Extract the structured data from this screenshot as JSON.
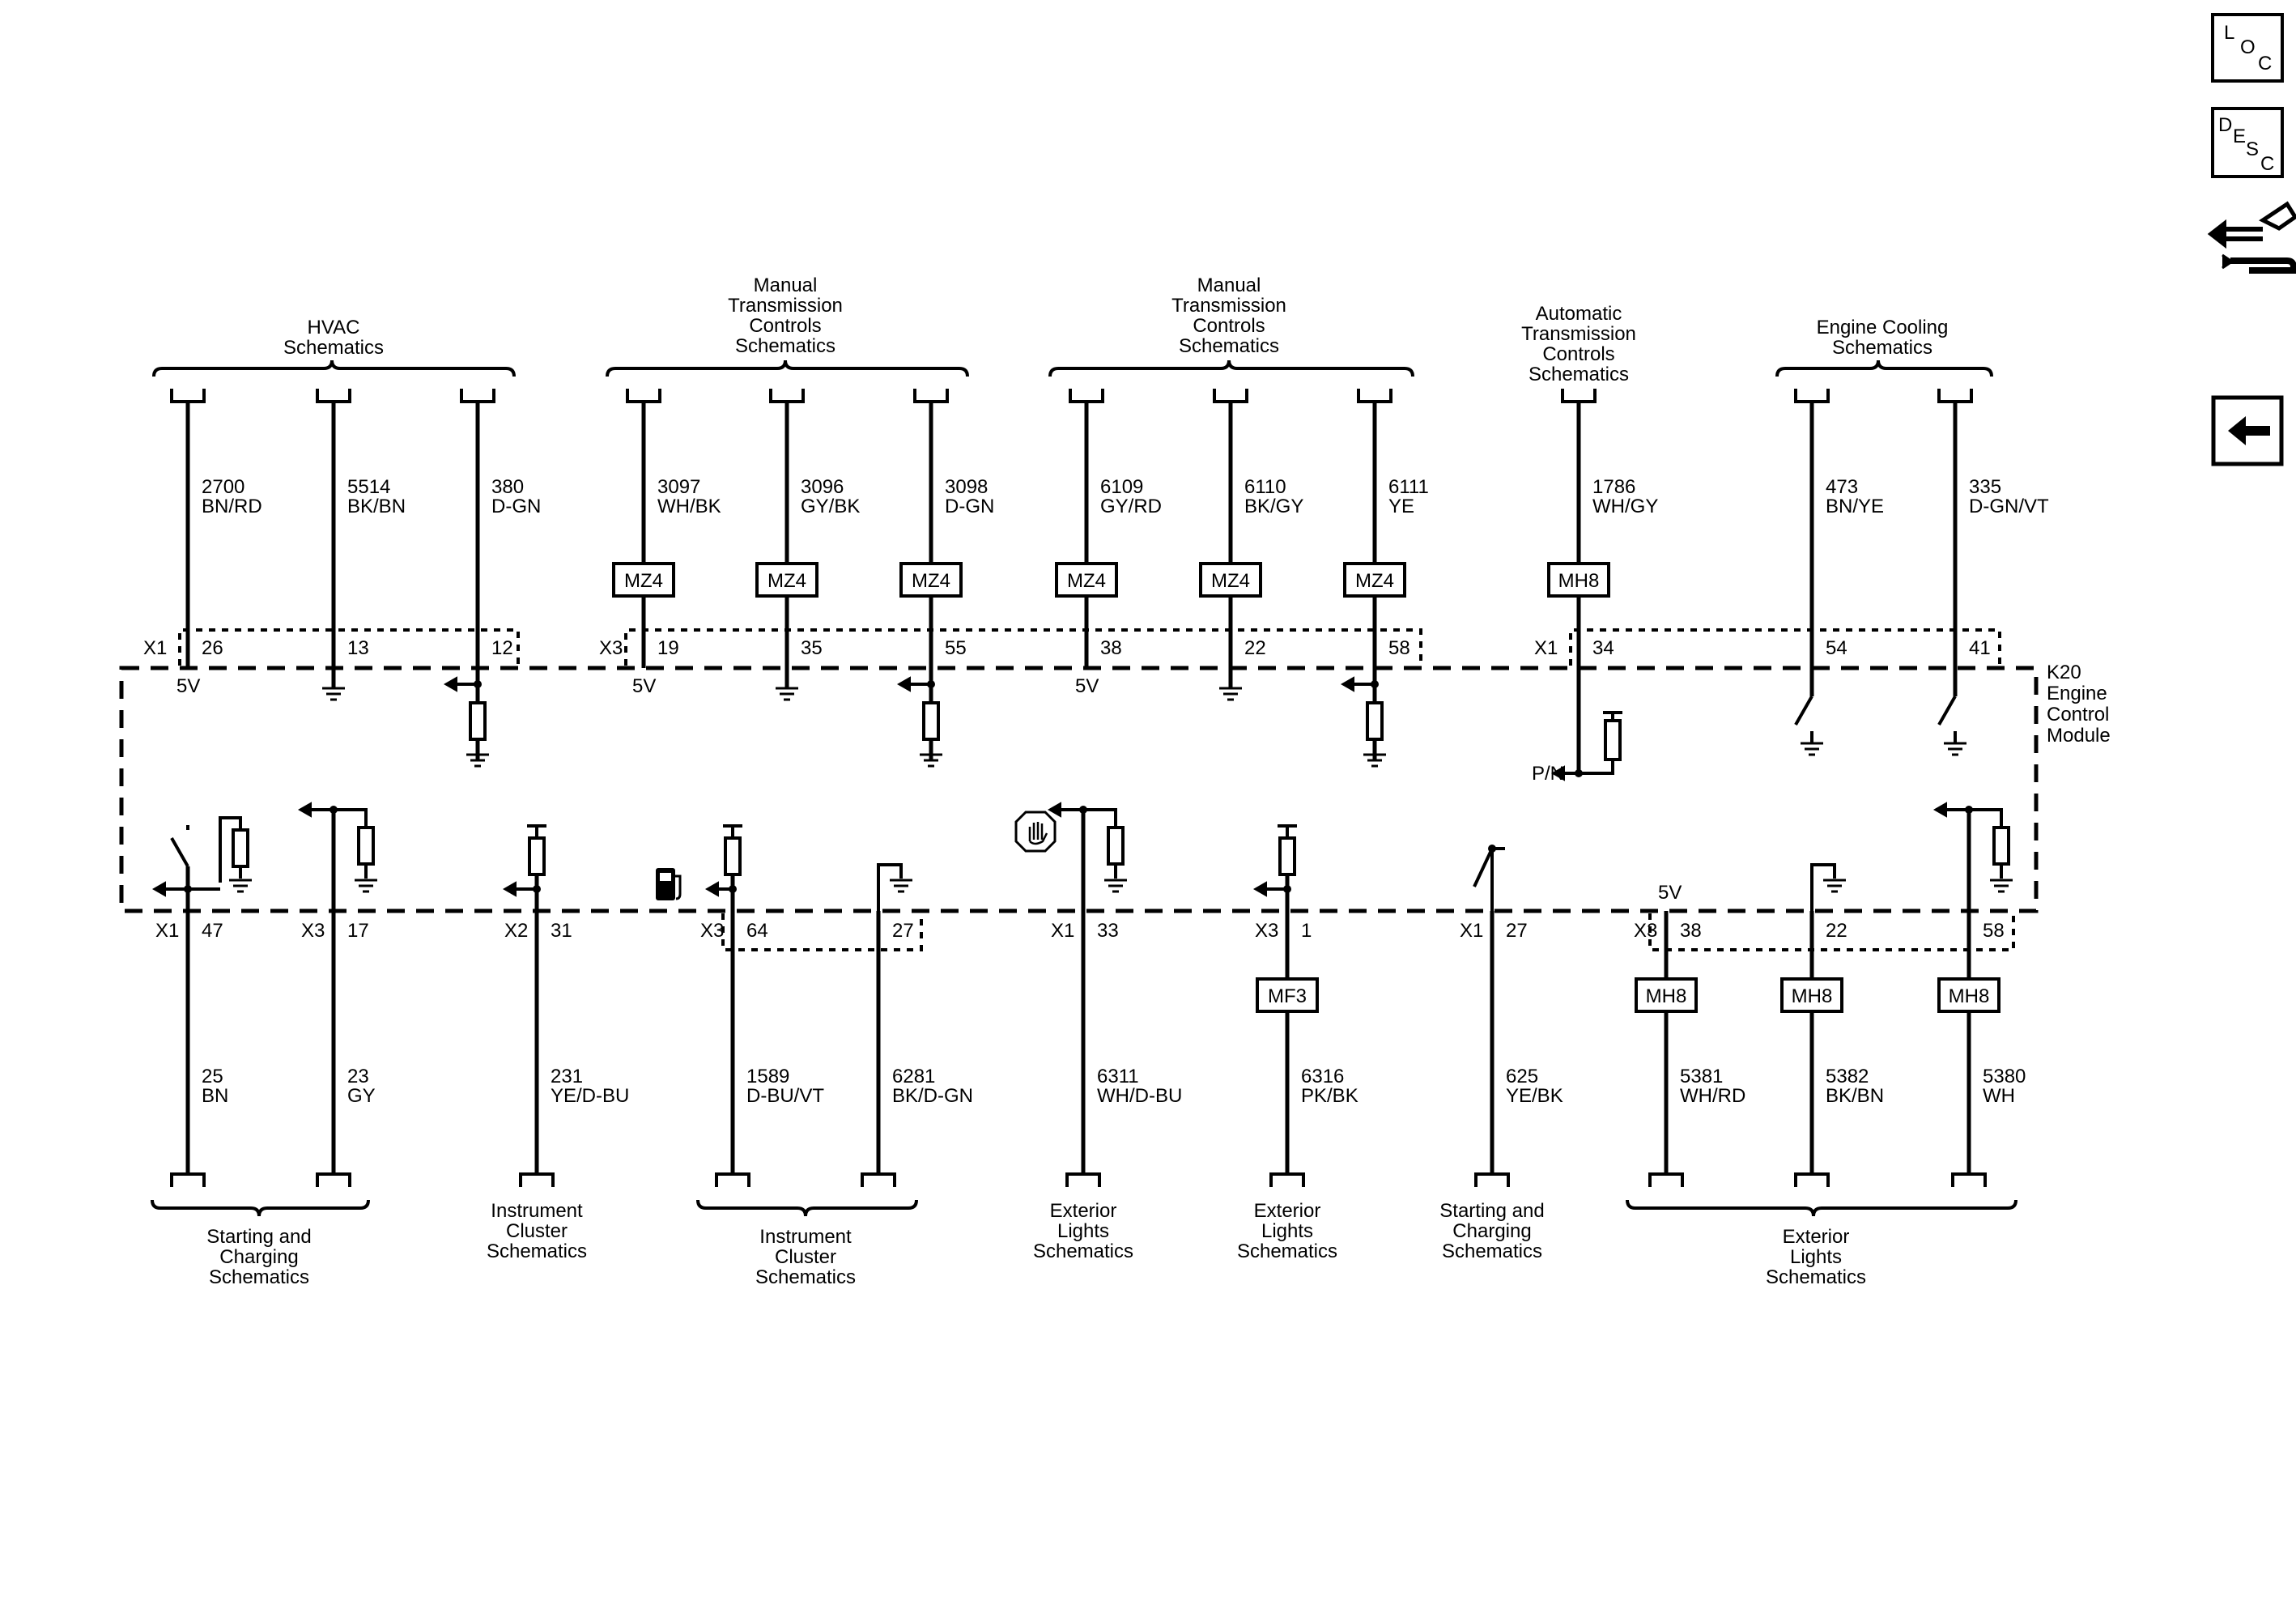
{
  "module": {
    "ref": "K20",
    "lines": [
      "Engine",
      "Control",
      "Module"
    ]
  },
  "nav": {
    "loc": [
      "L",
      "O",
      "C"
    ],
    "desc": [
      "D",
      "E",
      "S",
      "C"
    ]
  },
  "top_groups": [
    {
      "lines": [
        "HVAC",
        "Schematics"
      ]
    },
    {
      "lines": [
        "Manual",
        "Transmission",
        "Controls",
        "Schematics"
      ]
    },
    {
      "lines": [
        "Manual",
        "Transmission",
        "Controls",
        "Schematics"
      ]
    },
    {
      "lines": [
        "Automatic",
        "Transmission",
        "Controls",
        "Schematics"
      ]
    },
    {
      "lines": [
        "Engine Cooling",
        "Schematics"
      ]
    }
  ],
  "top_wires": [
    {
      "circuit": "2700",
      "color": "BN/RD",
      "connector": "X1",
      "pin": "26",
      "inline": "",
      "internal": "5V",
      "term": "5V"
    },
    {
      "circuit": "5514",
      "color": "BK/BN",
      "connector": "",
      "pin": "13",
      "inline": "",
      "internal": "ground"
    },
    {
      "circuit": "380",
      "color": "D-GN",
      "connector": "",
      "pin": "12",
      "inline": "",
      "internal": "signal"
    },
    {
      "circuit": "3097",
      "color": "WH/BK",
      "connector": "X3",
      "pin": "19",
      "inline": "MZ4",
      "internal": "5V",
      "term": "5V"
    },
    {
      "circuit": "3096",
      "color": "GY/BK",
      "connector": "",
      "pin": "35",
      "inline": "MZ4",
      "internal": "ground"
    },
    {
      "circuit": "3098",
      "color": "D-GN",
      "connector": "",
      "pin": "55",
      "inline": "MZ4",
      "internal": "signal"
    },
    {
      "circuit": "6109",
      "color": "GY/RD",
      "connector": "",
      "pin": "38",
      "inline": "MZ4",
      "internal": "5V",
      "term": "5V"
    },
    {
      "circuit": "6110",
      "color": "BK/GY",
      "connector": "",
      "pin": "22",
      "inline": "MZ4",
      "internal": "ground"
    },
    {
      "circuit": "6111",
      "color": "YE",
      "connector": "",
      "pin": "58",
      "inline": "MZ4",
      "internal": "signal"
    },
    {
      "circuit": "1786",
      "color": "WH/GY",
      "connector": "X1",
      "pin": "34",
      "inline": "MH8",
      "internal": "P/N",
      "term": "P/N"
    },
    {
      "circuit": "473",
      "color": "BN/YE",
      "connector": "",
      "pin": "54",
      "inline": "",
      "internal": "switch"
    },
    {
      "circuit": "335",
      "color": "D-GN/VT",
      "connector": "",
      "pin": "41",
      "inline": "",
      "internal": "switch"
    }
  ],
  "bottom_wires": [
    {
      "circuit": "25",
      "color": "BN",
      "connector": "X1",
      "pin": "47",
      "inline": ""
    },
    {
      "circuit": "23",
      "color": "GY",
      "connector": "X3",
      "pin": "17",
      "inline": ""
    },
    {
      "circuit": "231",
      "color": "YE/D-BU",
      "connector": "X2",
      "pin": "31",
      "inline": ""
    },
    {
      "circuit": "1589",
      "color": "D-BU/VT",
      "connector": "X3",
      "pin": "64",
      "inline": ""
    },
    {
      "circuit": "6281",
      "color": "BK/D-GN",
      "connector": "",
      "pin": "27",
      "inline": ""
    },
    {
      "circuit": "6311",
      "color": "WH/D-BU",
      "connector": "X1",
      "pin": "33",
      "inline": ""
    },
    {
      "circuit": "6316",
      "color": "PK/BK",
      "connector": "X3",
      "pin": "1",
      "inline": "MF3"
    },
    {
      "circuit": "625",
      "color": "YE/BK",
      "connector": "X1",
      "pin": "27",
      "inline": ""
    },
    {
      "circuit": "5381",
      "color": "WH/RD",
      "connector": "X3",
      "pin": "38",
      "inline": "MH8",
      "term": "5V"
    },
    {
      "circuit": "5382",
      "color": "BK/BN",
      "connector": "",
      "pin": "22",
      "inline": "MH8"
    },
    {
      "circuit": "5380",
      "color": "WH",
      "connector": "",
      "pin": "58",
      "inline": "MH8"
    }
  ],
  "bottom_groups": [
    {
      "lines": [
        "Starting and",
        "Charging",
        "Schematics"
      ]
    },
    {
      "lines": [
        "Instrument",
        "Cluster",
        "Schematics"
      ]
    },
    {
      "lines": [
        "Instrument",
        "Cluster",
        "Schematics"
      ]
    },
    {
      "lines": [
        "Exterior",
        "Lights",
        "Schematics"
      ]
    },
    {
      "lines": [
        "Exterior",
        "Lights",
        "Schematics"
      ]
    },
    {
      "lines": [
        "Starting and",
        "Charging",
        "Schematics"
      ]
    },
    {
      "lines": [
        "Exterior",
        "Lights",
        "Schematics"
      ]
    }
  ],
  "icons": [
    "loc-button",
    "desc-button",
    "connector-repair-icon",
    "back-arrow-icon",
    "fuel-pump-icon",
    "hand-stop-icon"
  ]
}
